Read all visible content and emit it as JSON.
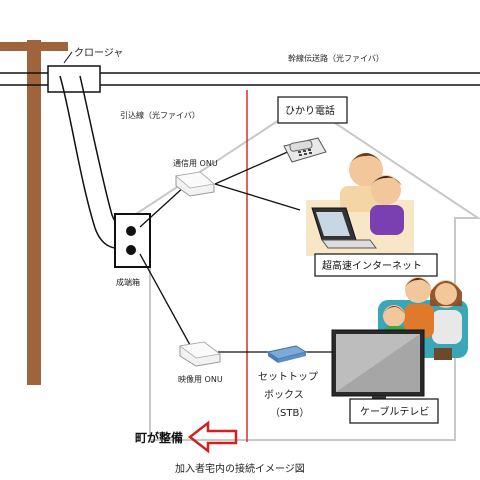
{
  "labels": {
    "closure": "クロージャ",
    "trunk_line": "幹線伝送路（光ファイバ）",
    "drop_line": "引込線（光ファイバ）",
    "onu_comm": "通信用 ONU",
    "terminal_box": "成端箱",
    "onu_video": "映像用 ONU",
    "stb_line1": "セットトップ",
    "stb_line2": "ボックス",
    "stb_line3": "（STB）",
    "hikari_phone": "ひかり電話",
    "internet": "超高速インターネット",
    "cable_tv": "ケーブルテレビ",
    "town_maintains": "町が整備",
    "caption": "加入者宅内の接続イメージ図"
  },
  "colors": {
    "pole": "#a0643c",
    "house_outline": "#c8c8c8",
    "boundary": "#d0312d",
    "arrow": "#d42020",
    "cable": "#111111"
  },
  "icons": {
    "phone": "telephone-icon",
    "laptop_users": "laptop-couple-icon",
    "family": "family-icon",
    "tv": "tv-icon"
  }
}
